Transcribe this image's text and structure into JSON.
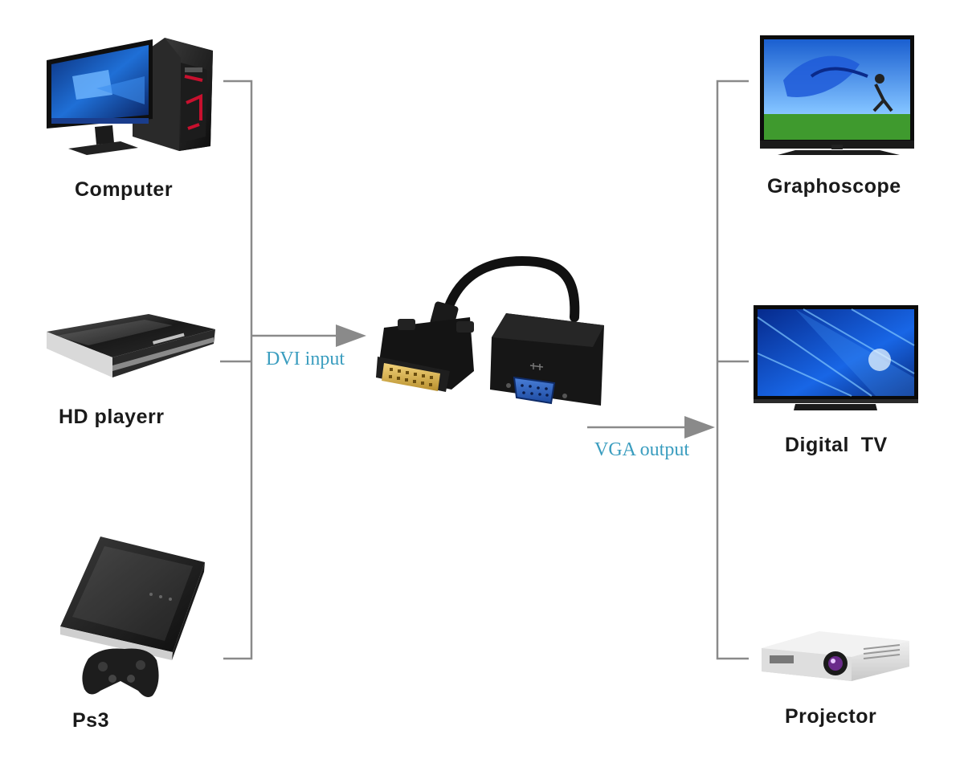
{
  "inputs": {
    "computer": "Computer",
    "hd_player": "HD playerr",
    "ps3": "Ps3"
  },
  "adapter": {
    "input_label": "DVI input",
    "output_label": "VGA output"
  },
  "outputs": {
    "graphoscope": "Graphoscope",
    "digital_tv": "Digital  TV",
    "projector": "Projector"
  },
  "colors": {
    "line": "#8a8a8a",
    "flow_text": "#3a9dbf",
    "label_text": "#1a1a1a"
  }
}
